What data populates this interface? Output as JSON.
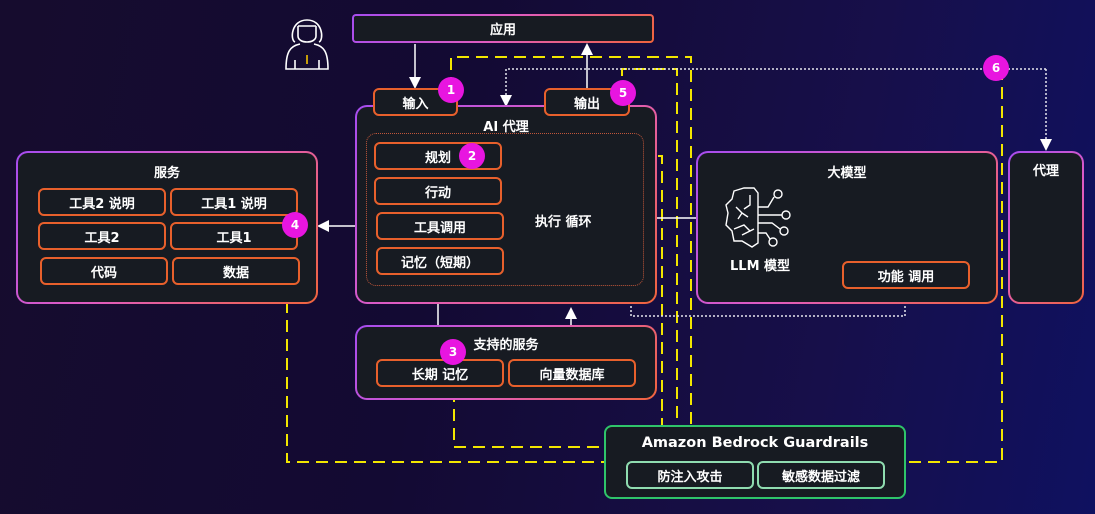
{
  "app": {
    "label": "应用"
  },
  "agent": {
    "title": "AI 代理",
    "input_label": "输入",
    "output_label": "输出",
    "modules": [
      "规划",
      "行动",
      "工具调用",
      "记忆（短期）"
    ],
    "loop_label": "执行 循环"
  },
  "services": {
    "title": "服务",
    "items": [
      "工具2 说明",
      "工具1 说明",
      "工具2",
      "工具1",
      "代码",
      "数据"
    ]
  },
  "llm": {
    "title": "大模型",
    "model_label": "LLM 模型",
    "function_call_label": "功能 调用"
  },
  "proxy": {
    "title": "代理"
  },
  "supporting": {
    "title": "支持的服务",
    "items": [
      "长期 记忆",
      "向量数据库"
    ]
  },
  "guardrails": {
    "title": "Amazon Bedrock Guardrails",
    "items": [
      "防注入攻击",
      "敏感数据过滤"
    ]
  },
  "badges": [
    "1",
    "2",
    "3",
    "4",
    "5",
    "6"
  ],
  "colors": {
    "badge": "#e815e0",
    "guardrail_line": "#f2e600",
    "pill_border": "#e8602c",
    "guardrail_border": "#2fc46a"
  }
}
